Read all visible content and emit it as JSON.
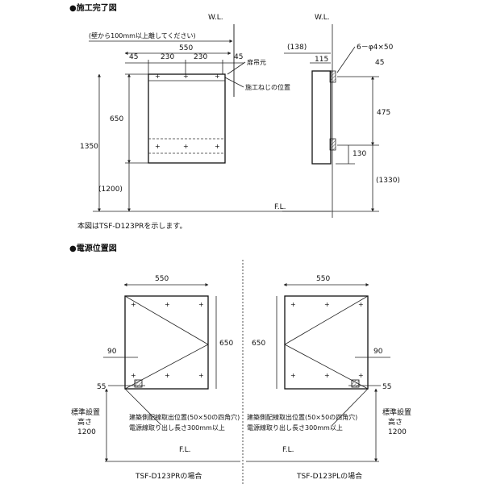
{
  "section1": {
    "heading": "●施工完了図",
    "wl_label": "W.L.",
    "note_wall": "(壁から100mm以上離してください)",
    "dim_550": "550",
    "dim_45_left": "45",
    "dim_230_a": "230",
    "dim_230_b": "230",
    "dim_45_right": "45",
    "label_hinge": "扉吊元",
    "label_screw": "施工ねじの位置",
    "dim_650": "650",
    "dim_1350": "1350",
    "dim_1200": "(1200)",
    "fl_label": "F.L.",
    "caption": "本図はTSF-D123PRを示します。",
    "side_dim_138": "(138)",
    "side_dim_115": "115",
    "side_screw": "6－φ4×50",
    "side_dim_45": "45",
    "side_dim_475": "475",
    "side_dim_130": "130",
    "side_dim_1330": "(1330)",
    "side_fl_label": "F.L."
  },
  "section2": {
    "heading": "●電源位置図",
    "left": {
      "dim_550": "550",
      "dim_650": "650",
      "dim_90": "90",
      "dim_55": "55",
      "std_label_1": "標準設置",
      "std_label_2": "高さ",
      "std_value": "1200",
      "note_line1": "建築側配線取出位置(50×50の四角穴)",
      "note_line2": "電源線取り出し長さ300mm以上",
      "fl_label": "F.L.",
      "caption": "TSF-D123PRの場合"
    },
    "right": {
      "dim_550": "550",
      "dim_650": "650",
      "dim_90": "90",
      "dim_55": "55",
      "std_label_1": "標準設置",
      "std_label_2": "高さ",
      "std_value": "1200",
      "note_line1": "建築側配線取出位置(50×50の四角穴)",
      "note_line2": "電源線取り出し長さ300mm以上",
      "fl_label": "F.L.",
      "caption": "TSF-D123PLの場合"
    }
  }
}
